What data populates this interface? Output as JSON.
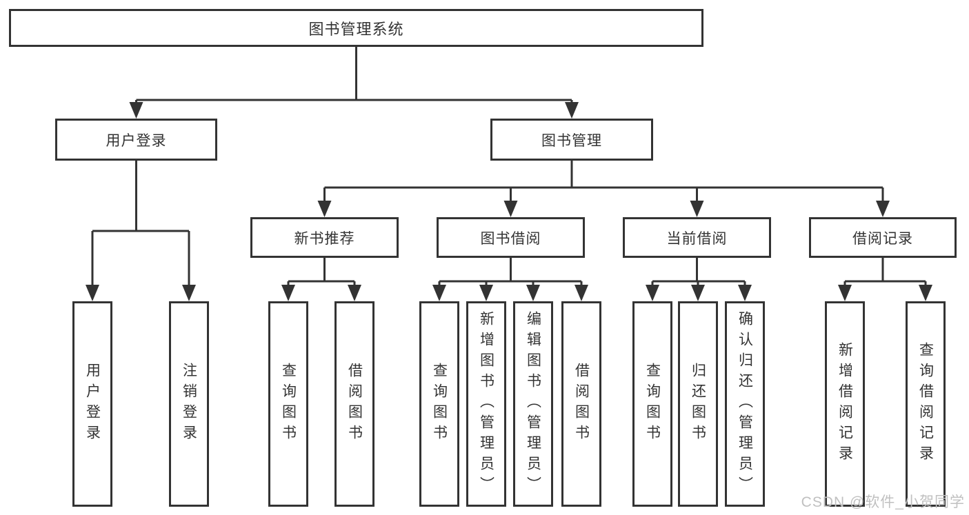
{
  "diagram": {
    "root": {
      "label": "图书管理系统"
    },
    "branches": [
      {
        "label": "用户登录",
        "children": [
          {
            "label": "用户登录"
          },
          {
            "label": "注销登录"
          }
        ]
      },
      {
        "label": "图书管理",
        "children": [
          {
            "label": "新书推荐",
            "children": [
              {
                "label": "查询图书"
              },
              {
                "label": "借阅图书"
              }
            ]
          },
          {
            "label": "图书借阅",
            "children": [
              {
                "label": "查询图书"
              },
              {
                "label": "新增图书（管理员）"
              },
              {
                "label": "编辑图书（管理员）"
              },
              {
                "label": "借阅图书"
              }
            ]
          },
          {
            "label": "当前借阅",
            "children": [
              {
                "label": "查询图书"
              },
              {
                "label": "归还图书"
              },
              {
                "label": "确认归还（管理员）"
              }
            ]
          },
          {
            "label": "借阅记录",
            "children": [
              {
                "label": "新增借阅记录"
              },
              {
                "label": "查询借阅记录"
              }
            ]
          }
        ]
      }
    ]
  },
  "watermark": {
    "label": "CSDN @软件_小贺同学"
  },
  "colors": {
    "line": "#333333",
    "text": "#333333",
    "watermark": "#c0c0c0",
    "background": "#ffffff"
  }
}
